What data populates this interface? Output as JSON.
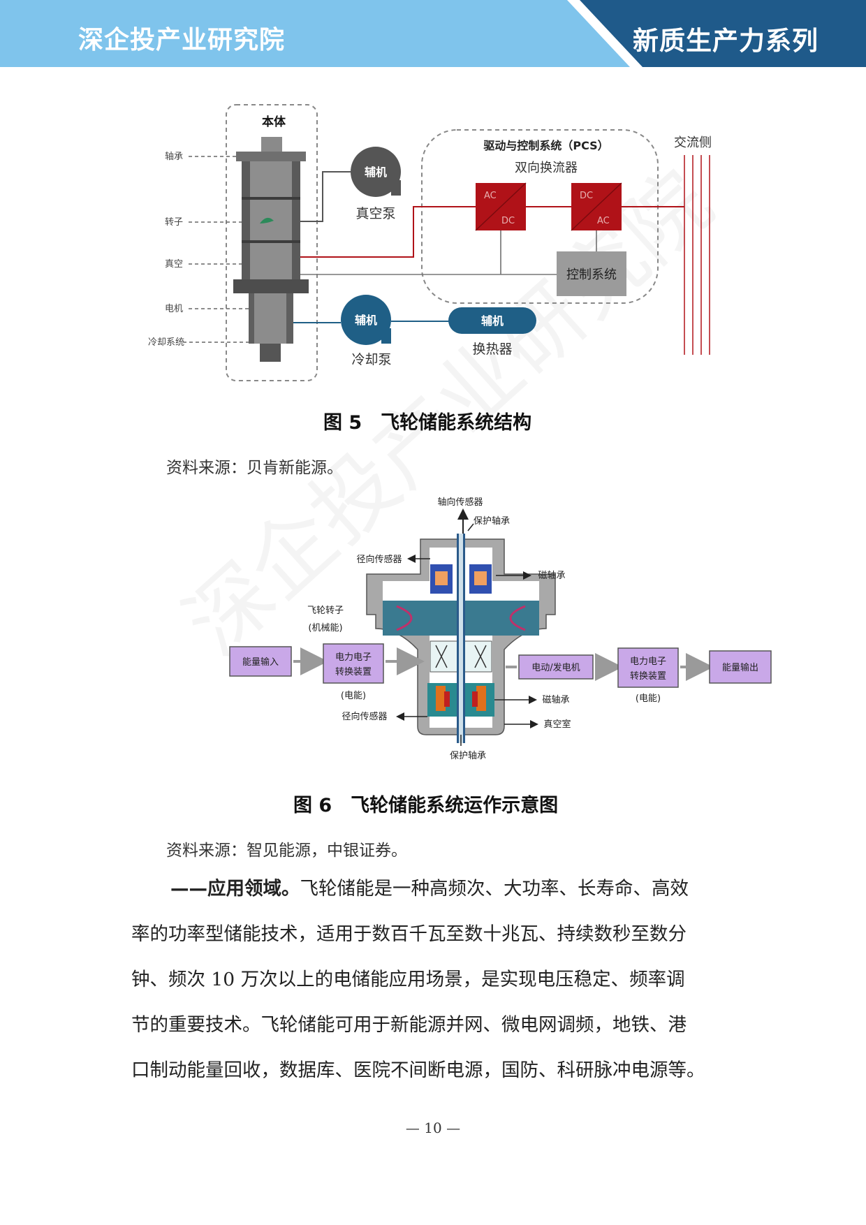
{
  "header": {
    "left_title": "深企投产业研究院",
    "right_title": "新质生产力系列"
  },
  "watermark": {
    "text": "深企投产业研究院"
  },
  "figure5": {
    "body_label": "本体",
    "left_labels": [
      "轴承",
      "转子",
      "真空",
      "电机",
      "冷却系统"
    ],
    "vacuum_pump_badge": "辅机",
    "vacuum_pump_label": "真空泵",
    "cooling_pump_badge": "辅机",
    "cooling_pump_label": "冷却泵",
    "heat_exchanger_badge": "辅机",
    "heat_exchanger_label": "换热器",
    "pcs_title": "驱动与控制系统（PCS）",
    "converter_label": "双向换流器",
    "conv1_top": "AC",
    "conv1_bottom": "DC",
    "conv2_top": "DC",
    "conv2_bottom": "AC",
    "control_label": "控制系统",
    "ac_side_label": "交流侧",
    "caption": "图 5　飞轮储能系统结构",
    "source": "资料来源：贝肯新能源。"
  },
  "figure6": {
    "top_label_1": "轴向传感器",
    "top_label_2": "保护轴承",
    "radial_sensor_top": "径向传感器",
    "magnetic_bearing_top": "磁轴承",
    "rotor_label": "飞轮转子",
    "rotor_sub": "(机械能)",
    "energy_in": "能量输入",
    "pe_left_1": "电力电子",
    "pe_left_2": "转换装置",
    "pe_left_sub": "(电能)",
    "radial_sensor_bottom": "径向传感器",
    "motor_label": "电动/发电机",
    "pe_right_1": "电力电子",
    "pe_right_2": "转换装置",
    "pe_right_sub": "(电能)",
    "energy_out": "能量输出",
    "magnetic_bearing_bottom": "磁轴承",
    "vacuum_chamber": "真空室",
    "bottom_bearing": "保护轴承",
    "caption": "图 6　飞轮储能系统运作示意图",
    "source": "资料来源：智见能源，中银证券。"
  },
  "paragraph": {
    "lead": "——应用领域。",
    "line1_rest": "飞轮储能是一种高频次、大功率、长寿命、高效",
    "line2": "率的功率型储能技术，适用于数百千瓦至数十兆瓦、持续数秒至数分",
    "line3": "钟、频次 10 万次以上的电储能应用场景，是实现电压稳定、频率调",
    "line4": "节的重要技术。飞轮储能可用于新能源并网、微电网调频，地铁、港",
    "line5": "口制动能量回收，数据库、医院不间断电源，国防、科研脉冲电源等。"
  },
  "page_number": "— 10 —",
  "colors": {
    "header_light": "#7fc4ec",
    "header_dark": "#1f5a8a",
    "converter_red": "#b01218",
    "pump_dark": "#555555",
    "pump_blue": "#1f5f86",
    "purple_box": "#c9a8e8"
  }
}
